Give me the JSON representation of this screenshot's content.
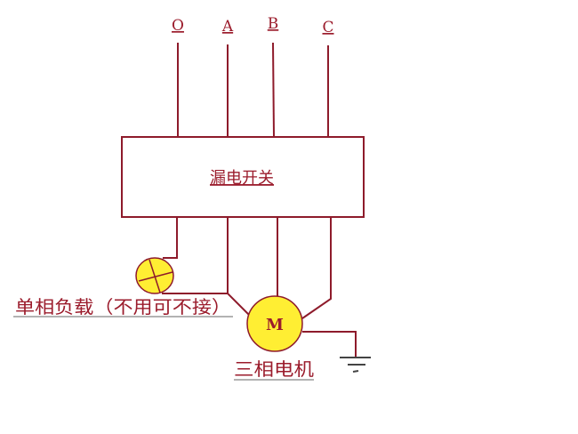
{
  "terminals": [
    "O",
    "A",
    "B",
    "C"
  ],
  "switch_label": "漏电开关",
  "load_label": "单相负载（不用可不接）",
  "motor_symbol": "M",
  "motor_label": "三相电机",
  "colors": {
    "wire": "#8e1b2b",
    "text": "#b8262c",
    "fill": "#ffee33"
  }
}
